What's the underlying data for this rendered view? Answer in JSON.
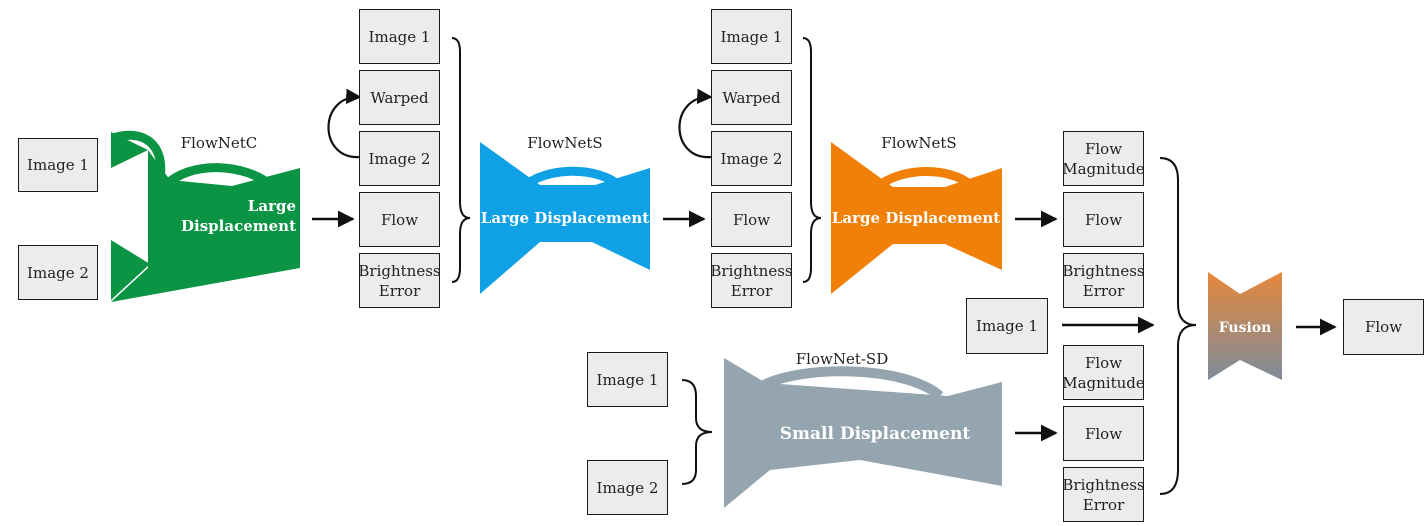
{
  "flownetc": {
    "title": "FlowNetC",
    "text_line1": "Large",
    "text_line2": "Displacement",
    "color": "#0b9444",
    "inputs": [
      "Image 1",
      "Image 2"
    ]
  },
  "stage1_outputs": [
    "Image 1",
    "Warped",
    "Image 2",
    "Flow",
    "Brightness Error"
  ],
  "flownets1": {
    "title": "FlowNetS",
    "text": "Large Displacement",
    "color": "#10a0e6"
  },
  "stage2_outputs": [
    "Image 1",
    "Warped",
    "Image 2",
    "Flow",
    "Brightness Error"
  ],
  "flownets2": {
    "title": "FlowNetS",
    "text": "Large Displacement",
    "color": "#f18008"
  },
  "stage3_outputs": [
    "Flow Magnitude",
    "Flow",
    "Brightness Error"
  ],
  "fusion_image": "Image 1",
  "flownetsd": {
    "title": "FlowNet-SD",
    "text": "Small Displacement",
    "color": "#95a5af",
    "inputs": [
      "Image 1",
      "Image 2"
    ]
  },
  "sd_outputs": [
    "Flow Magnitude",
    "Flow",
    "Brightness Error"
  ],
  "fusion": {
    "text": "Fusion",
    "color_top": "#e5883a",
    "color_bottom": "#7f8c9c"
  },
  "final_output": "Flow"
}
